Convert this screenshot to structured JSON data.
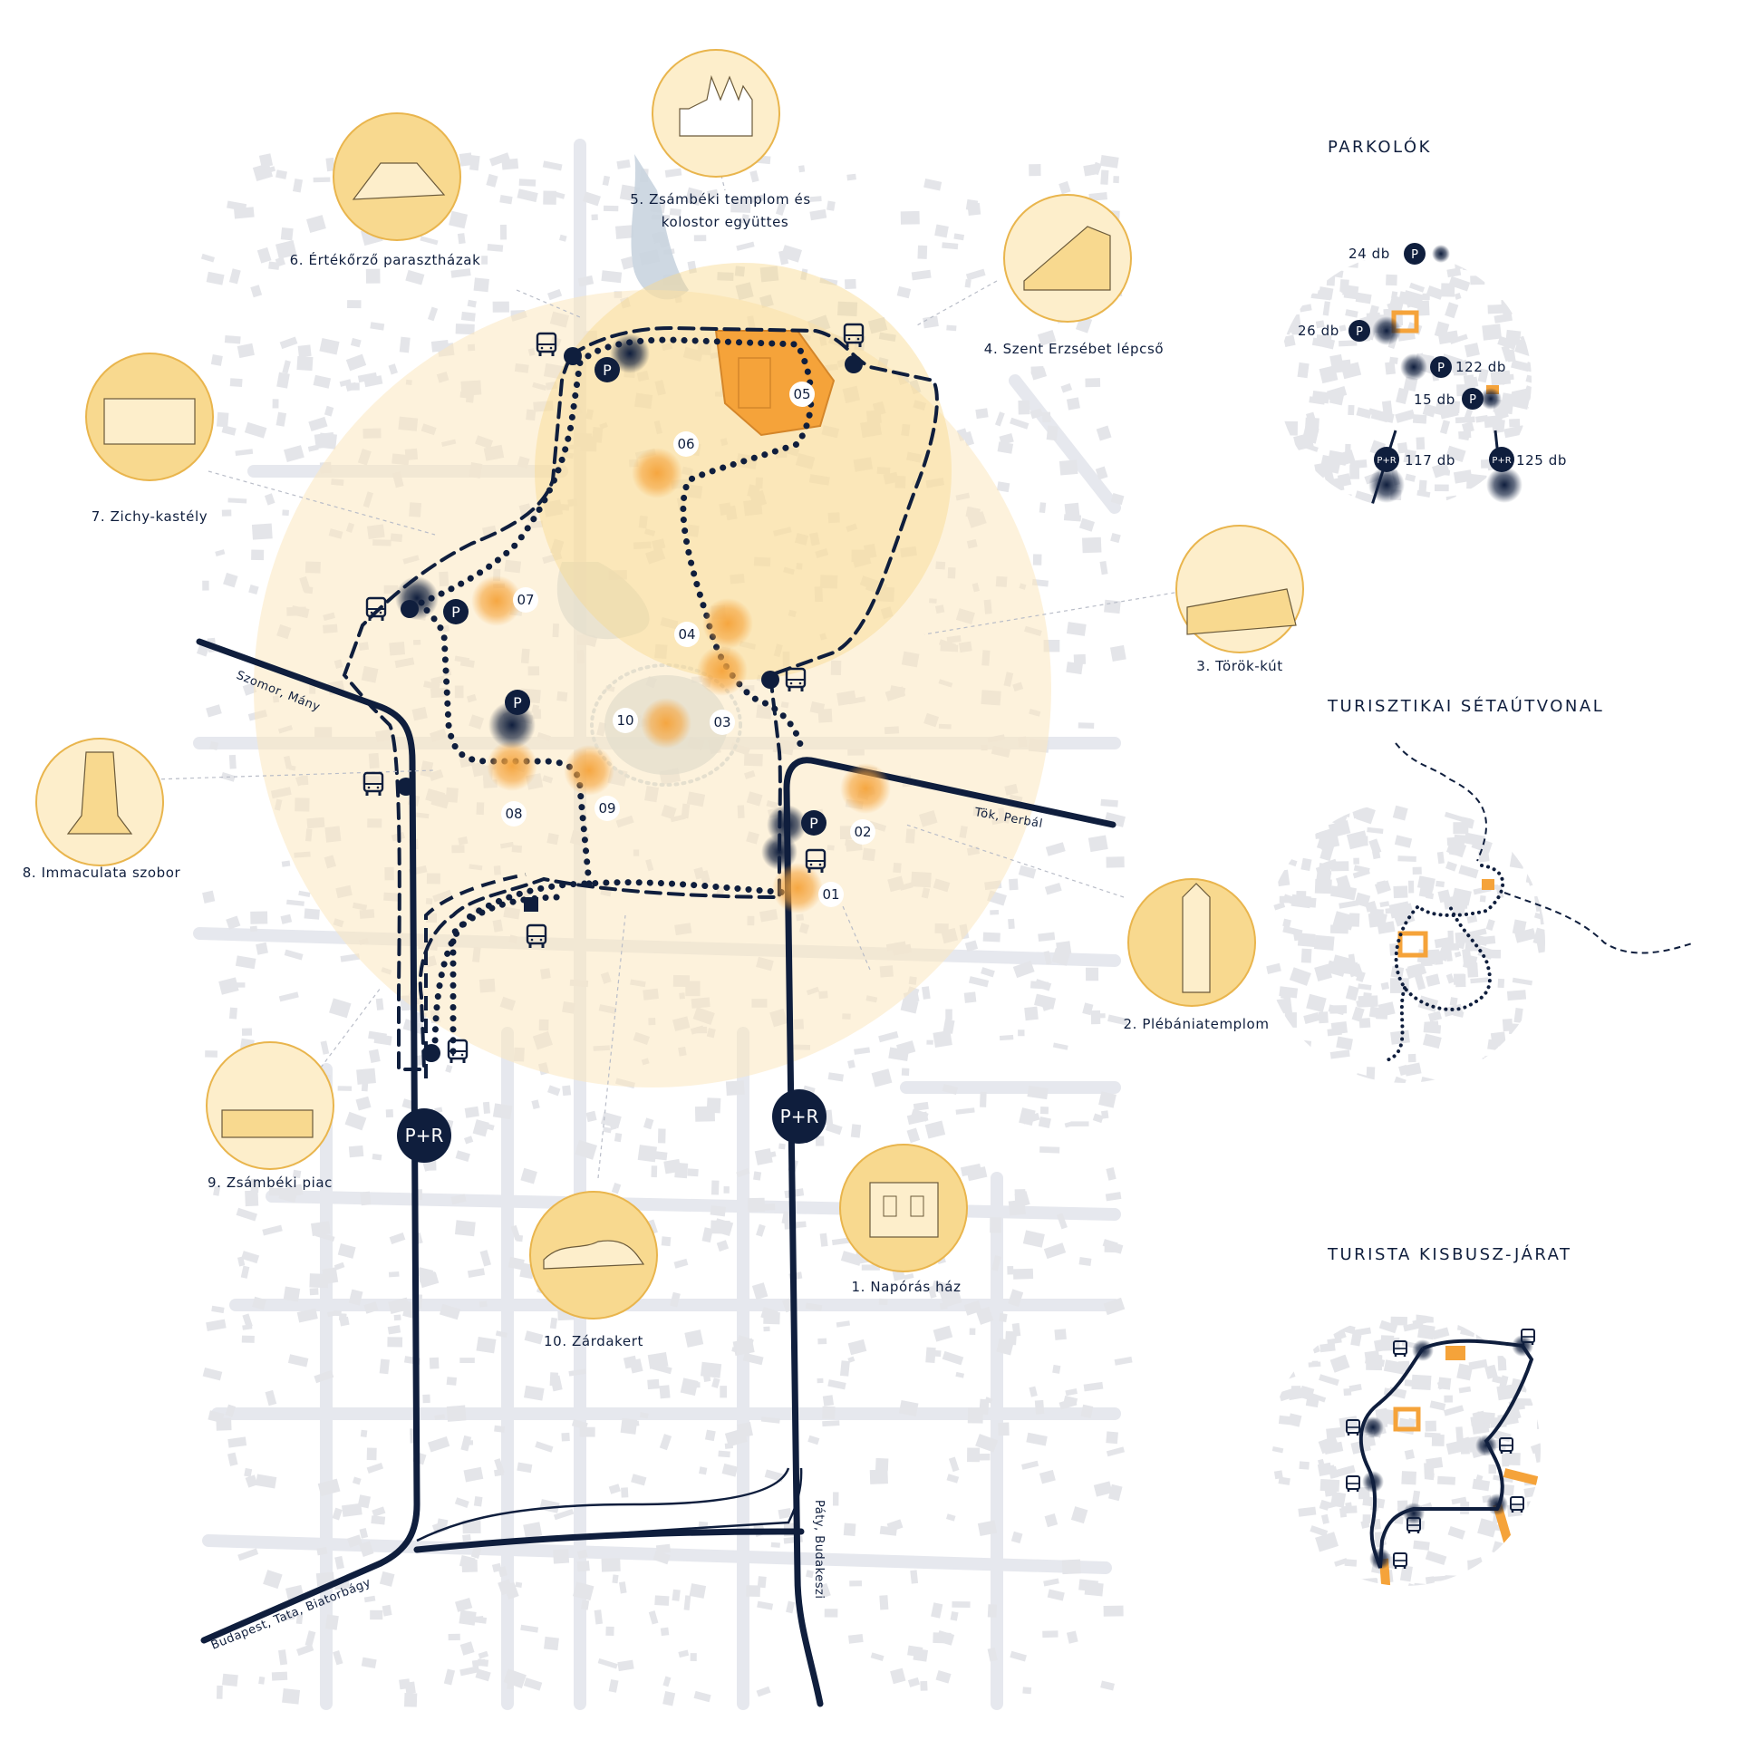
{
  "landmarks": [
    {
      "num": "01",
      "label": "1. Napórás ház"
    },
    {
      "num": "02",
      "label": "2. Plébániatemplom"
    },
    {
      "num": "03",
      "label": "3. Török-kút"
    },
    {
      "num": "04",
      "label": "4. Szent Erzsébet lépcső"
    },
    {
      "num": "05",
      "label": "5. Zsámbéki templom és",
      "label2": "kolostor együttes"
    },
    {
      "num": "06",
      "label": "6. Értékőrző parasztházak"
    },
    {
      "num": "07",
      "label": "7. Zichy-kastély"
    },
    {
      "num": "08",
      "label": "8. Immaculata szobor"
    },
    {
      "num": "09",
      "label": "9. Zsámbéki piac"
    },
    {
      "num": "10",
      "label": "10. Zárdakert"
    }
  ],
  "roads": {
    "szomor": "Szomor, Mány",
    "tok": "Tök, Perbál",
    "budapest": "Budapest, Tata, Biatorbágy",
    "paty": "Páty, Budakeszi"
  },
  "symbols": {
    "parking": "P",
    "park_ride": "P+R"
  },
  "panels": {
    "parking": {
      "title": "PARKOLÓK",
      "counts": [
        "24 db",
        "26 db",
        "122 db",
        "15 db",
        "117 db",
        "125 db"
      ]
    },
    "walk": {
      "title": "TURISZTIKAI SÉTAÚTVONAL"
    },
    "bus": {
      "title": "TURISTA KISBUSZ-JÁRAT"
    }
  },
  "colors": {
    "navy": "#0f1e3d",
    "orange": "#f5a33a",
    "halo": "#fbe7bf",
    "circle_fill": "#f8d98f",
    "circle_stroke": "#e9b54d",
    "road": "#e6e8ee",
    "water": "#c9d4df"
  }
}
